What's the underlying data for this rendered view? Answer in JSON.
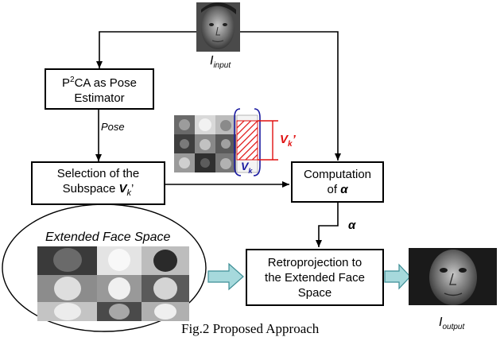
{
  "input_label": {
    "main": "I",
    "sub": "input"
  },
  "output_label": {
    "main": "I",
    "sub": "output"
  },
  "pose_estimator": {
    "line1_prefix": "P",
    "sup": "2",
    "line1_suffix": "CA as Pose",
    "line2": "Estimator"
  },
  "pose_label": "Pose",
  "selection_box": {
    "line1": "Selection of the",
    "line2_prefix": "Subspace ",
    "v": "V",
    "sub": "k",
    "prime": "’"
  },
  "computation_box": {
    "line1": "Computation",
    "line2_prefix": "of ",
    "alpha": "α"
  },
  "alpha_label": "α",
  "retro_box": {
    "line1": "Retroprojection to",
    "line2": "the Extended Face",
    "line3": "Space"
  },
  "vk_label": {
    "v": "V",
    "sub": "k"
  },
  "vk_prime_label": {
    "v": "V",
    "sub": "k",
    "prime": "’"
  },
  "extended_face_space_label": "Extended Face Space",
  "caption": "Fig.2 Proposed Approach",
  "colors": {
    "red": "#e01010",
    "blue": "#1a1aa0",
    "cyan_fill": "#a6d9dc",
    "cyan_stroke": "#3f8f96"
  }
}
